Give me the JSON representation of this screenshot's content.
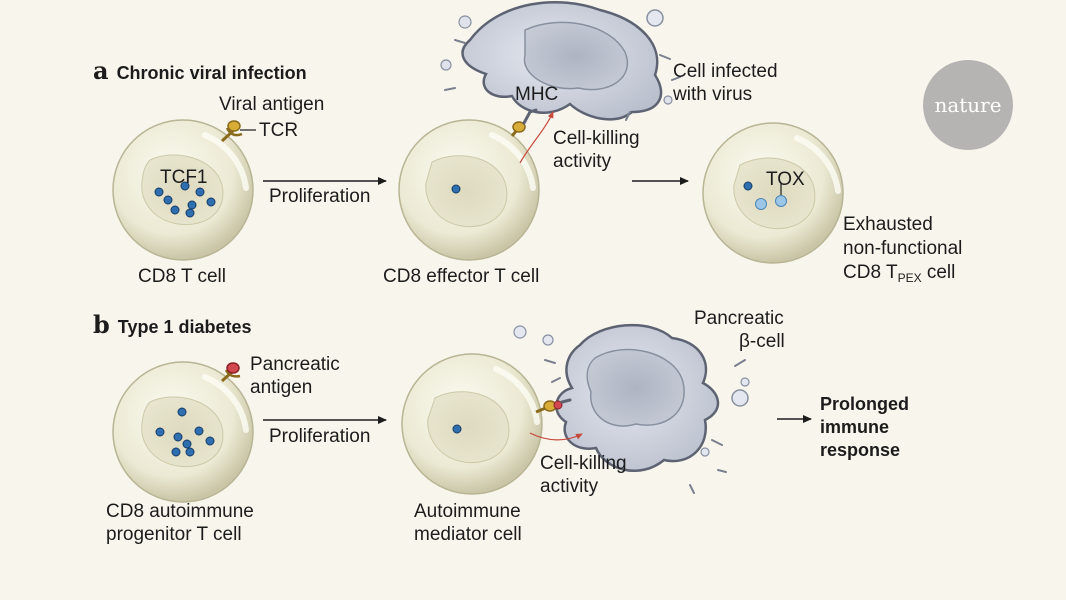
{
  "brand": {
    "logo": "nature"
  },
  "colors": {
    "background": "#f8f6ec",
    "cell_fill": "#eeecd8",
    "nucleus": "#e0dcc2",
    "tcf1_dot": "#2f6fb0",
    "tox_dot": "#9cc6e6",
    "viral_antigen": "#d8ac36",
    "pancreatic_antigen": "#d24850",
    "infected_cell": "#cdd1dc",
    "killing_arrow": "#c84a3c"
  },
  "panel_a": {
    "letter": "a",
    "title": "Chronic viral infection",
    "labels": {
      "viral_antigen": "Viral antigen",
      "tcr": "TCR",
      "tcf1": "TCF1",
      "proliferation": "Proliferation",
      "mhc": "MHC",
      "infected_line1": "Cell infected",
      "infected_line2": "with virus",
      "killing_line1": "Cell-killing",
      "killing_line2": "activity",
      "tox": "TOX",
      "cd8_t_cell": "CD8 T cell",
      "effector": "CD8 effector T cell",
      "exhausted_line1": "Exhausted",
      "exhausted_line2": "non-functional",
      "exhausted_line3_pre": "CD8 T",
      "exhausted_line3_sub": "PEX",
      "exhausted_line3_post": " cell"
    }
  },
  "panel_b": {
    "letter": "b",
    "title": "Type 1 diabetes",
    "labels": {
      "pancreatic_antigen_line1": "Pancreatic",
      "pancreatic_antigen_line2": "antigen",
      "proliferation": "Proliferation",
      "beta_line1": "Pancreatic",
      "beta_line2": "β-cell",
      "killing_line1": "Cell-killing",
      "killing_line2": "activity",
      "progenitor_line1": "CD8 autoimmune",
      "progenitor_line2": "progenitor T cell",
      "mediator_line1": "Autoimmune",
      "mediator_line2": "mediator cell",
      "outcome_line1": "Prolonged",
      "outcome_line2": "immune",
      "outcome_line3": "response"
    }
  }
}
